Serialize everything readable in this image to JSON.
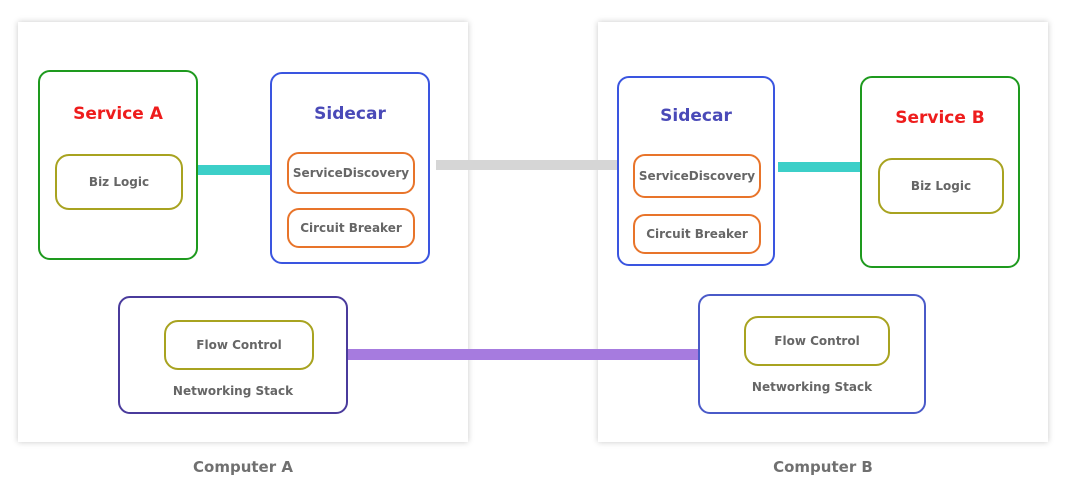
{
  "computer_a": {
    "caption": "Computer A",
    "service": {
      "title": "Service A",
      "logic": "Biz Logic"
    },
    "sidecar": {
      "title": "Sidecar",
      "discovery": "ServiceDiscovery",
      "breaker": "Circuit Breaker"
    },
    "network": {
      "flow": "Flow Control",
      "stack": "Networking Stack"
    }
  },
  "computer_b": {
    "caption": "Computer B",
    "service": {
      "title": "Service B",
      "logic": "Biz Logic"
    },
    "sidecar": {
      "title": "Sidecar",
      "discovery": "ServiceDiscovery",
      "breaker": "Circuit Breaker"
    },
    "network": {
      "flow": "Flow Control",
      "stack": "Networking Stack"
    }
  },
  "colors": {
    "service_border": "#1e9a1e",
    "sidecar_border": "#3a55e0",
    "logic_border": "#a8a320",
    "feature_border": "#e8742a",
    "network_border": "#4a3b9c",
    "service_title": "#ee1c1c",
    "sidecar_title": "#4a4ab8",
    "service_link": "#3ccfc8",
    "sidecar_link": "#d6d6d6",
    "network_link": "#a67bdf"
  }
}
